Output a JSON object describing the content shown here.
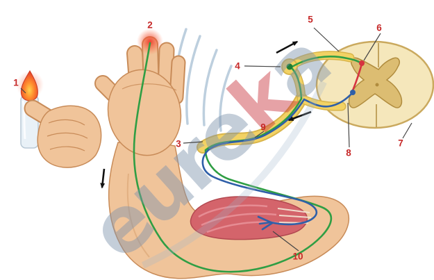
{
  "labels": [
    "1",
    "2",
    "3",
    "4",
    "5",
    "6",
    "7",
    "8",
    "9",
    "10"
  ],
  "watermark": {
    "part1": "eure",
    "part2": "k",
    "part3": "a"
  },
  "colors": {
    "sensory_fiber": "#2f9e44",
    "motor_fiber": "#2f5fa8",
    "interneuron": "#d6333f",
    "nerve_bundle": "#f2d264",
    "spinal_cord_outer": "#f5e7bb",
    "gray_matter": "#dcbd72",
    "muscle": "#d4646b",
    "skin": "#f0c49a",
    "flame": "#e8442a",
    "label_text": "#c62828",
    "direction_arrow": "#111111",
    "watermark_text": "#7e93ad",
    "watermark_accent": "#c8333c"
  }
}
